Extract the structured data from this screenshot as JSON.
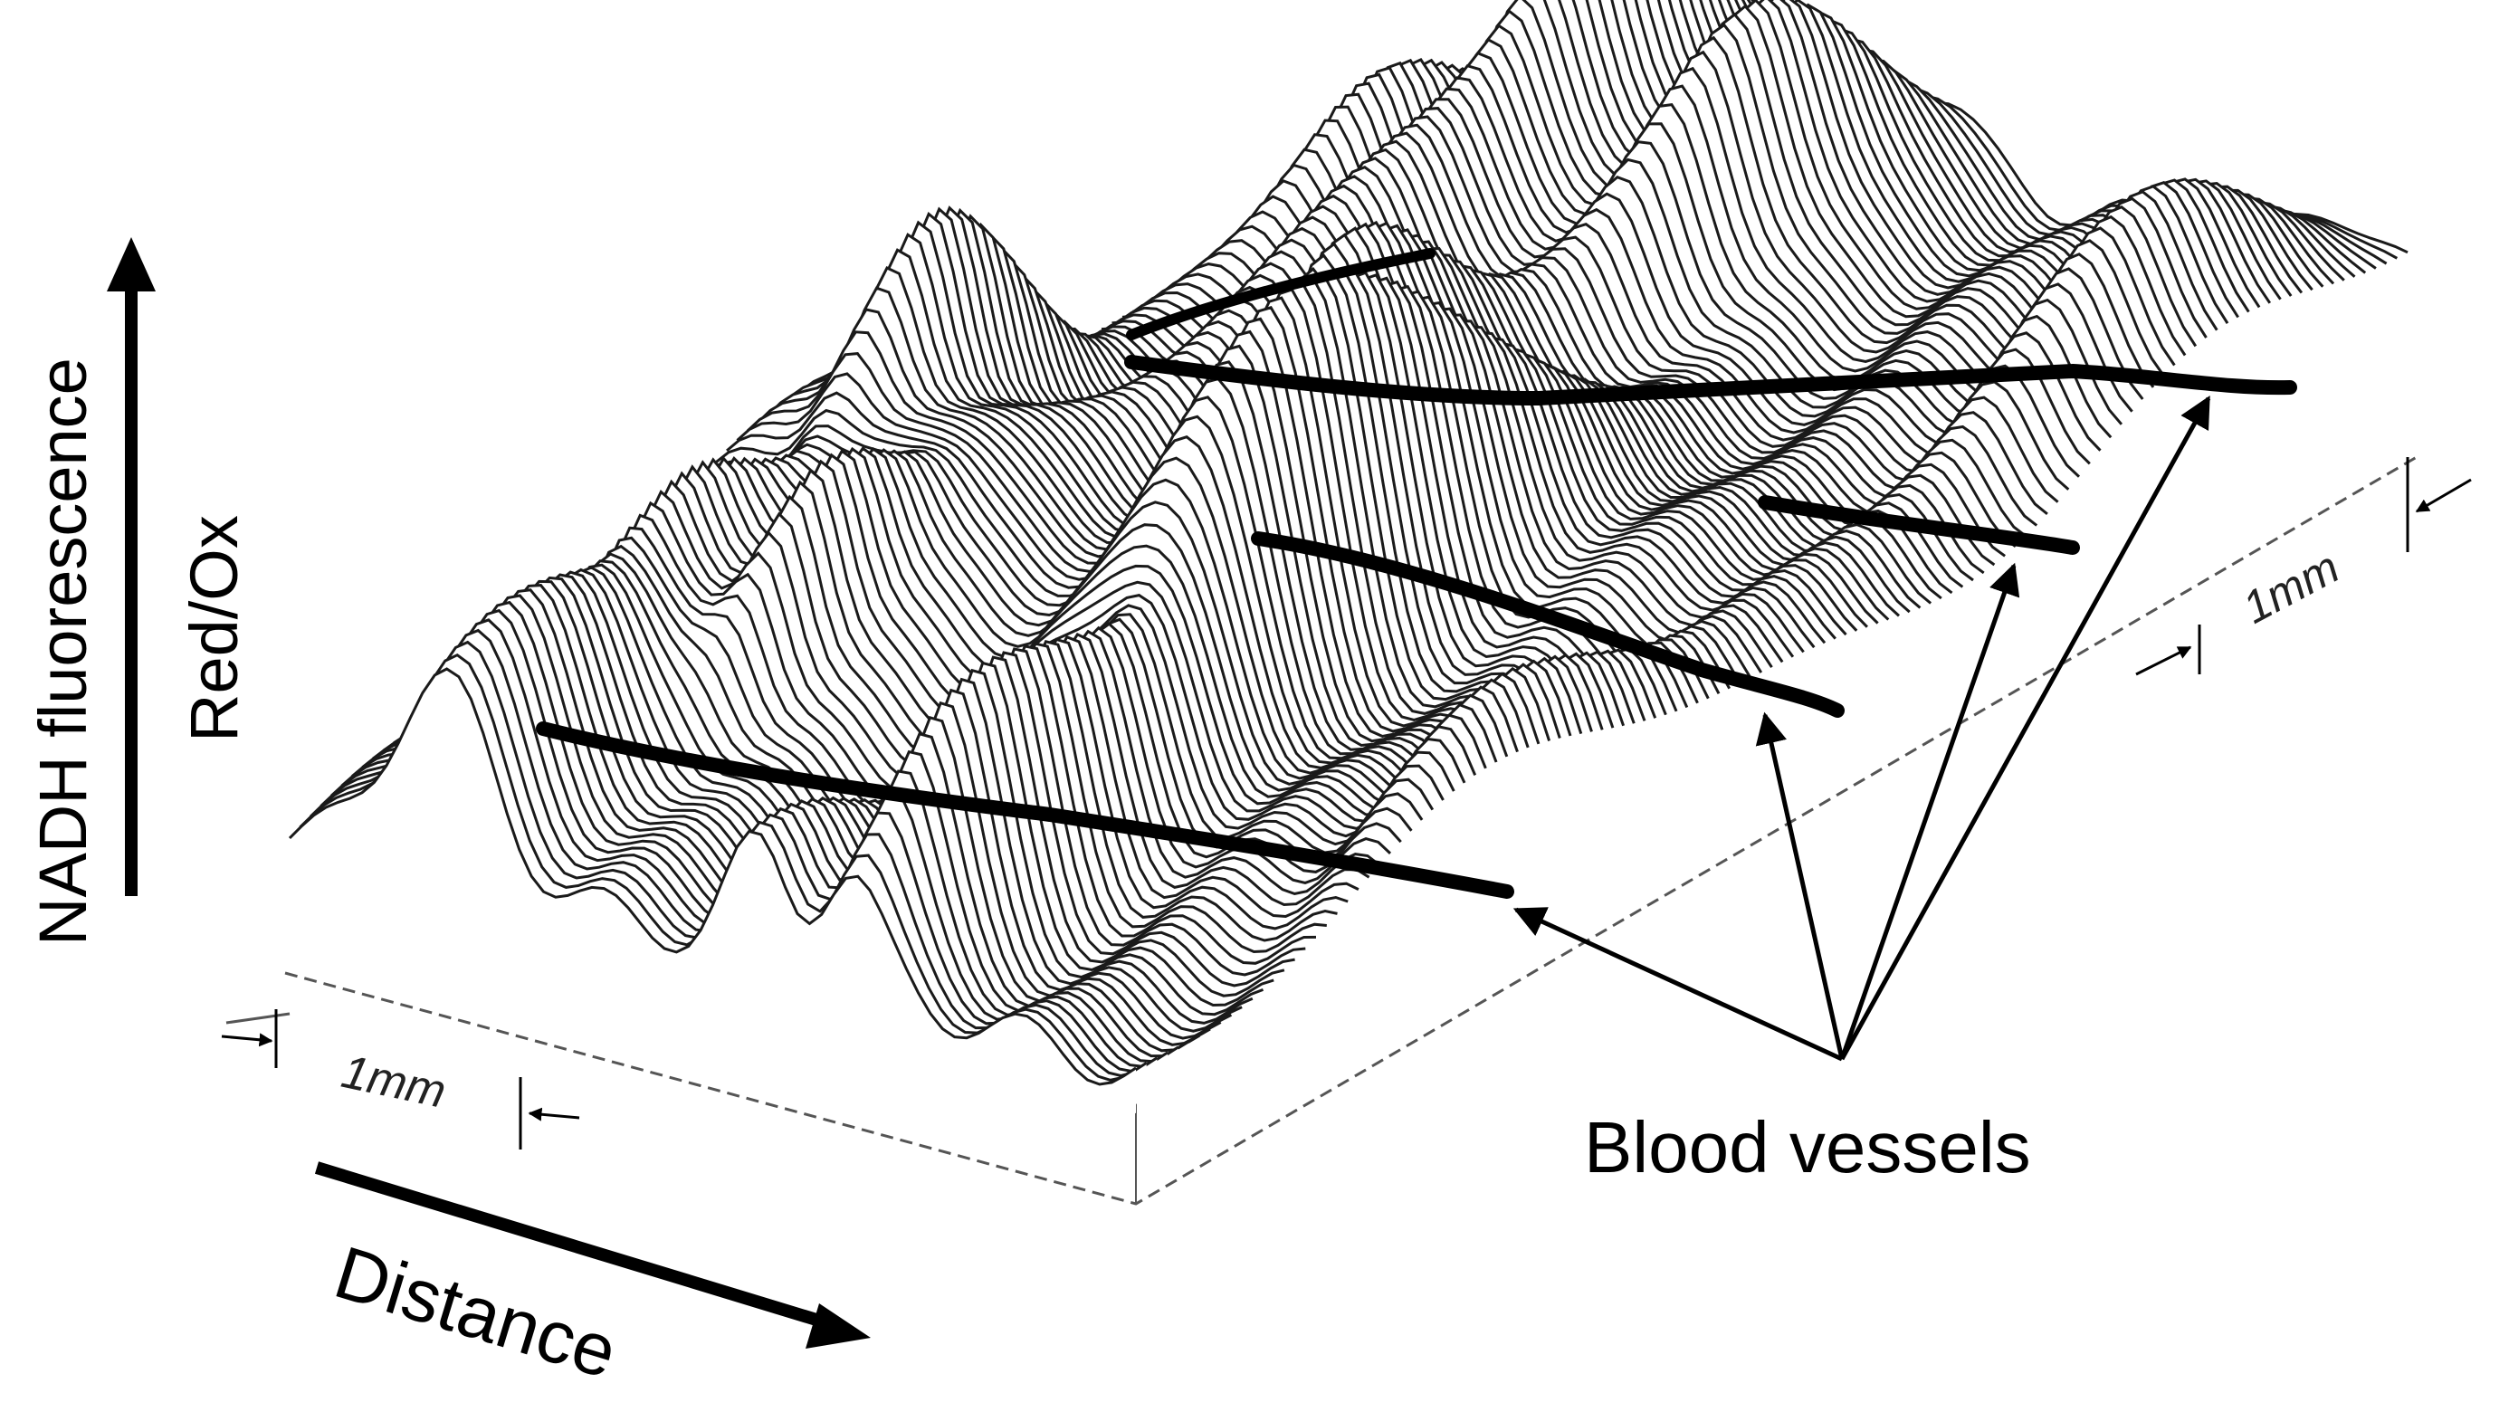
{
  "labels": {
    "y_axis_primary": "NADH fluorescence",
    "y_axis_secondary": "Red/Ox",
    "x_axis": "Distance",
    "annotation": "Blood vessels",
    "scale_left": "1mm",
    "scale_right": "1mm"
  },
  "colors": {
    "ink": "#000000",
    "surface_fill": "#ffffff",
    "ridge_stroke": "#1a1a1a",
    "base_line": "#555555"
  },
  "icons": [
    "up-arrow-icon",
    "down-right-arrow-icon",
    "annotation-arrow-icon"
  ]
}
